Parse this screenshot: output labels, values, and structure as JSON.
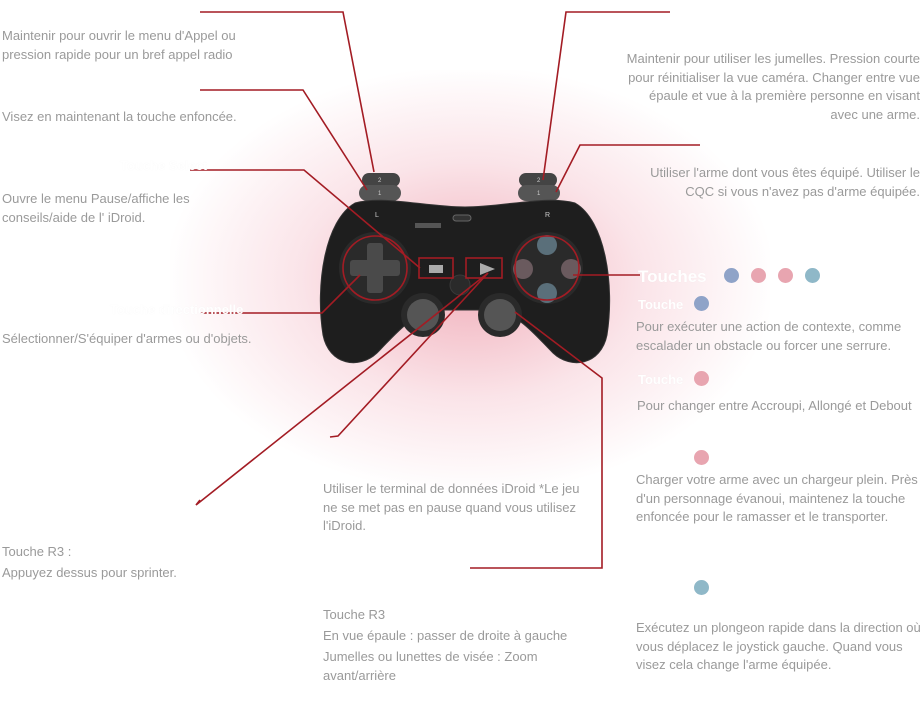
{
  "left": {
    "call": "Maintenir pour ouvrir le menu d'Appel ou pression rapide pour un bref appel radio",
    "aim": "Visez en maintenant la touche enfoncée.",
    "select_label": "Touche Select",
    "pause": "Ouvre le menu Pause/affiche les conseils/aide de l' iDroid.",
    "dpad_label": "Touche directionnelle",
    "equip": "Sélectionner/S'équiper d'armes ou d'objets.",
    "l3_title": "Touche R3 :",
    "l3_desc": "Appuyez dessus pour sprinter."
  },
  "right": {
    "binoculars": "Maintenir pour utiliser les jumelles.  Pression courte pour réinitialiser la vue caméra. Changer entre vue épaule et vue à la première personne en visant avec une arme.",
    "fire": "Utiliser l'arme dont vous êtes équipé. Utiliser le CQC si vous n'avez pas d'arme équipée.",
    "touches_label": "Touches",
    "cross_label": "Touche",
    "cross_desc": "Pour exécuter une action de contexte, comme escalader un obstacle ou forcer une serrure.",
    "circle_label": "Touche",
    "circle_desc": "Pour changer entre Accroupi, Allongé et Debout",
    "square_desc": "Charger votre arme avec un chargeur plein. Près d'un personnage évanoui, maintenez la touche enfoncée pour le ramasser et le transporter.",
    "triangle_desc": "Exécutez un plongeon rapide dans la direction où vous déplacez le joystick gauche. Quand vous visez cela change l'arme équipée."
  },
  "center": {
    "start_desc": "Utiliser le terminal de données iDroid *Le jeu ne se met pas en pause quand vous utilisez l'iDroid.",
    "r3_title": "Touche R3",
    "r3_line1": "En vue épaule : passer de droite à gauche",
    "r3_line2": "Jumelles ou lunettes de visée : Zoom avant/arrière"
  },
  "colors": {
    "accent": "#a31c24",
    "text": "#9a9a9a",
    "pad_body": "#1e1e1e",
    "button_pink": "#e8a5b0"
  },
  "controller": {
    "l_label": "L",
    "r_label": "R",
    "l1": "1",
    "l2": "2",
    "r1": "1",
    "r2": "2"
  }
}
